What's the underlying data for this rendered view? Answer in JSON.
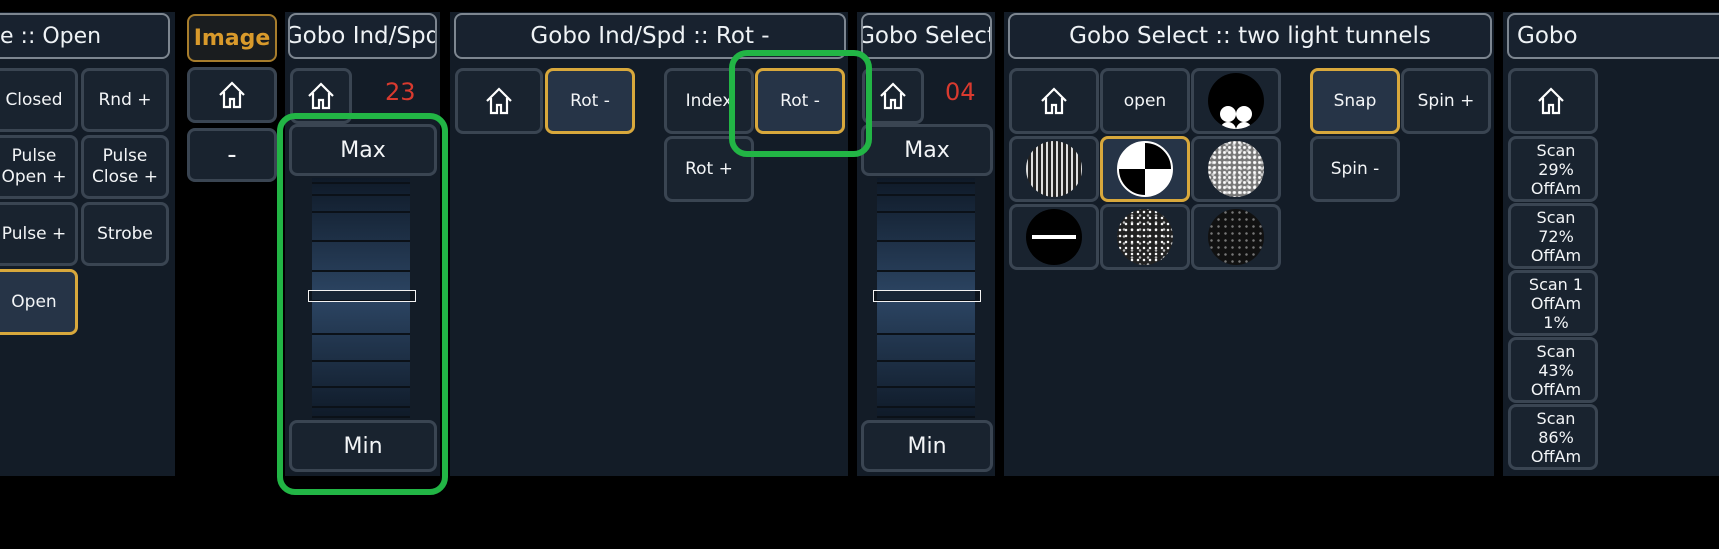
{
  "shutter": {
    "header": "e :: Open",
    "buttons": [
      "Closed",
      "Rnd +",
      "Pulse\nOpen +",
      "Pulse\nClose +",
      "Pulse +",
      "Strobe",
      "Open"
    ]
  },
  "image_tab": {
    "label": "Image",
    "minus": "-"
  },
  "gobo_ind_spd_fader": {
    "header": "Gobo Ind/Spd",
    "value": "23",
    "max": "Max",
    "min": "Min",
    "level_percent": 50
  },
  "gobo_ind_spd_rot": {
    "header": "Gobo Ind/Spd :: Rot -",
    "rot_minus_1": "Rot -",
    "index": "Index",
    "rot_minus_2": "Rot -",
    "rot_plus": "Rot +"
  },
  "gobo_select_fader": {
    "header": "Gobo Select",
    "value": "04",
    "max": "Max",
    "min": "Min",
    "level_percent": 50
  },
  "gobo_select": {
    "header": "Gobo Select :: two light tunnels",
    "open": "open",
    "snap": "Snap",
    "spin_plus": "Spin +",
    "spin_minus": "Spin -"
  },
  "right_panel": {
    "header": "Gobo",
    "scans": [
      "Scan\n29%\nOffAm",
      "Scan\n72%\nOffAm",
      "Scan 1\nOffAm\n1%",
      "Scan\n43%\nOffAm",
      "Scan\n86%\nOffAm"
    ]
  },
  "colors": {
    "highlight": "#22b545",
    "selected_border": "#d8a83c",
    "value_red": "#d93a2f",
    "image_tab": "#d99a2b"
  }
}
